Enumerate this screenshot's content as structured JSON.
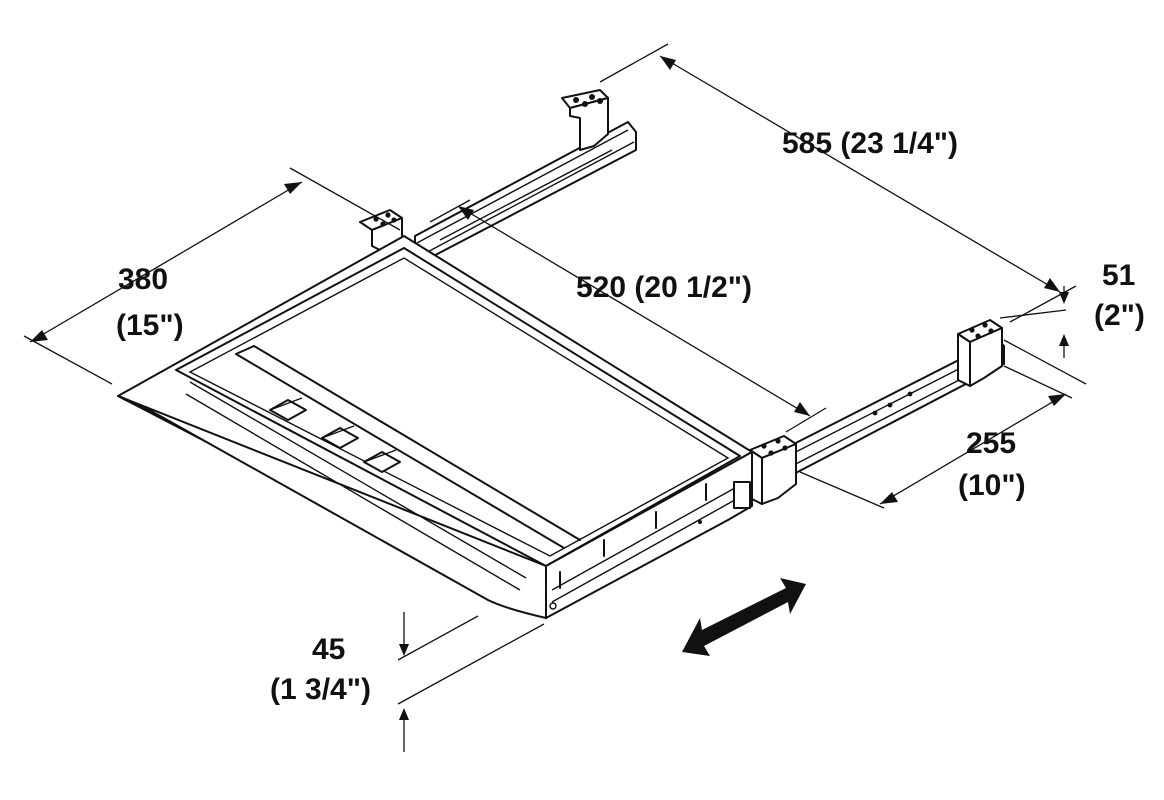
{
  "dimensions": {
    "overall_length": "585 (23 1/4\")",
    "inner_length": "520 (20 1/2\")",
    "width_mm": "380",
    "width_in": "(15\")",
    "bracket_height_mm": "51",
    "bracket_height_in": "(2\")",
    "bracket_spacing_mm": "255",
    "bracket_spacing_in": "(10\")",
    "tray_height_mm": "45",
    "tray_height_in": "(1 3/4\")"
  },
  "icons": {
    "motion_arrow": "double-arrow-icon"
  },
  "colors": {
    "line": "#111111",
    "background": "#ffffff"
  }
}
